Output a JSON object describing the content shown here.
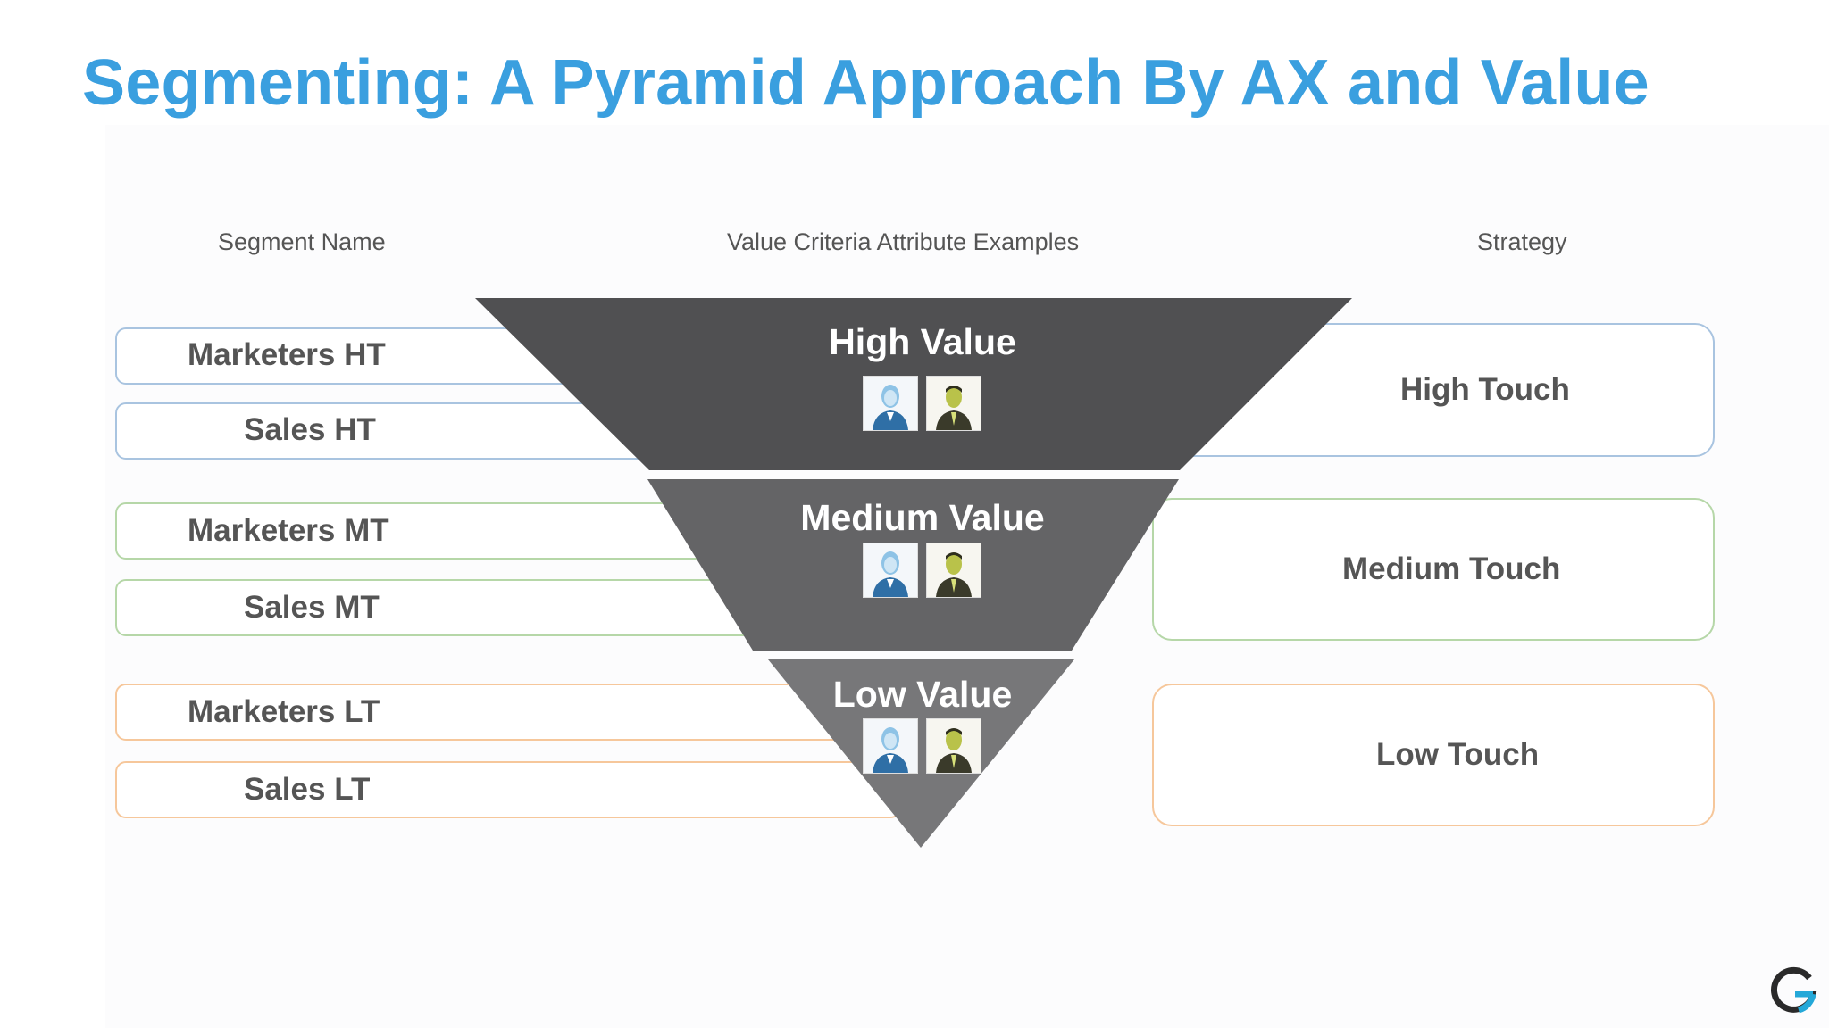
{
  "title": "Segmenting: A Pyramid Approach By AX and Value",
  "headers": {
    "segment": "Segment Name",
    "criteria": "Value Criteria Attribute Examples",
    "strategy": "Strategy"
  },
  "segments": [
    {
      "label": "Marketers HT"
    },
    {
      "label": "Sales HT"
    },
    {
      "label": "Marketers MT"
    },
    {
      "label": "Sales MT"
    },
    {
      "label": "Marketers LT"
    },
    {
      "label": "Sales LT"
    }
  ],
  "tiers": [
    {
      "label": "High Value",
      "color": "#505052"
    },
    {
      "label": "Medium Value",
      "color": "#646466"
    },
    {
      "label": "Low Value",
      "color": "#777779"
    }
  ],
  "strategies": [
    {
      "label": "High Touch",
      "border": "#a9c4e0"
    },
    {
      "label": "Medium Touch",
      "border": "#b6d7a8"
    },
    {
      "label": "Low Touch",
      "border": "#f6c79b"
    }
  ],
  "icons": [
    "female-avatar-icon",
    "male-avatar-icon",
    "g-logo-icon"
  ],
  "colors": {
    "title": "#3a9fdf",
    "text": "#555555"
  }
}
